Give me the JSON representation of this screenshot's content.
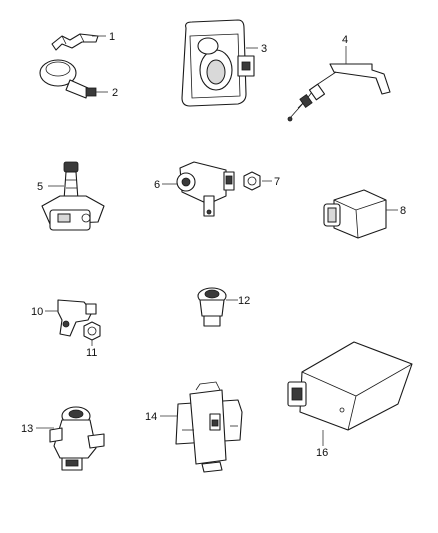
{
  "diagram": {
    "callouts": [
      {
        "id": "c1",
        "label": "1"
      },
      {
        "id": "c2",
        "label": "2"
      },
      {
        "id": "c3",
        "label": "3"
      },
      {
        "id": "c4",
        "label": "4"
      },
      {
        "id": "c5",
        "label": "5"
      },
      {
        "id": "c6",
        "label": "6"
      },
      {
        "id": "c7",
        "label": "7"
      },
      {
        "id": "c8",
        "label": "8"
      },
      {
        "id": "c10",
        "label": "10"
      },
      {
        "id": "c11",
        "label": "11"
      },
      {
        "id": "c12",
        "label": "12"
      },
      {
        "id": "c13",
        "label": "13"
      },
      {
        "id": "c14",
        "label": "14"
      },
      {
        "id": "c16",
        "label": "16"
      }
    ]
  }
}
